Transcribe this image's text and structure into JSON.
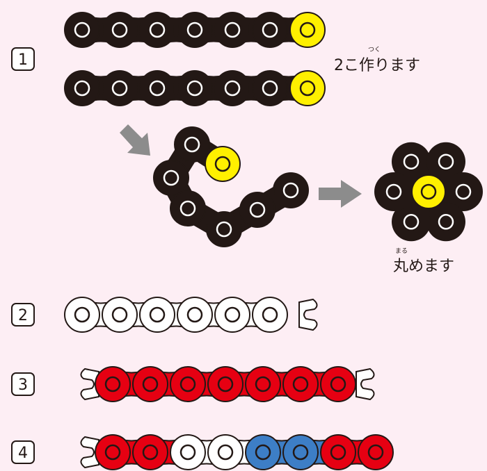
{
  "steps": [
    {
      "label": "1",
      "note": "2こ作ります",
      "note_ruby": "つく",
      "note2": "丸めます",
      "note2_ruby": "まる"
    },
    {
      "label": "2"
    },
    {
      "label": "3"
    },
    {
      "label": "4"
    }
  ],
  "colors": {
    "background": "#fdeef4",
    "black": "#231815",
    "yellow": "#fff000",
    "white": "#ffffff",
    "red": "#e60012",
    "blue": "#3d7ec6",
    "arrow": "#8c8c8c"
  }
}
